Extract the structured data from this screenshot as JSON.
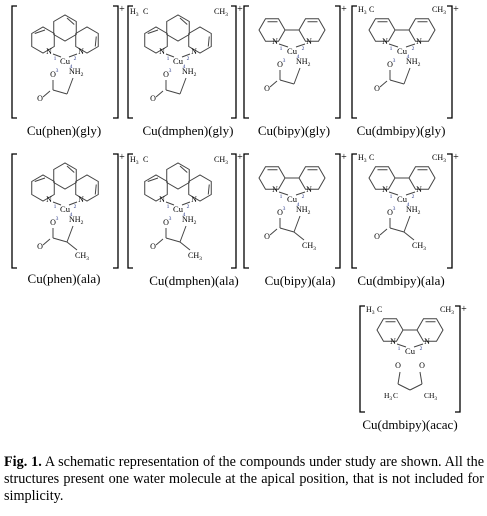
{
  "structures": [
    {
      "id": "phen-gly",
      "name": "Cu(phen)(gly)",
      "ligand": "phen",
      "amino": "gly",
      "charge": "+"
    },
    {
      "id": "dmphen-gly",
      "name": "Cu(dmphen)(gly)",
      "ligand": "dmphen",
      "amino": "gly",
      "charge": "+"
    },
    {
      "id": "bipy-gly",
      "name": "Cu(bipy)(gly)",
      "ligand": "bipy",
      "amino": "gly",
      "charge": "+"
    },
    {
      "id": "dmbipy-gly",
      "name": "Cu(dmbipy)(gly)",
      "ligand": "dmbipy",
      "amino": "gly",
      "charge": "+"
    },
    {
      "id": "phen-ala",
      "name": "Cu(phen)(ala)",
      "ligand": "phen",
      "amino": "ala",
      "charge": "+"
    },
    {
      "id": "dmphen-ala",
      "name": "Cu(dmphen)(ala)",
      "ligand": "dmphen",
      "amino": "ala",
      "charge": "+"
    },
    {
      "id": "bipy-ala",
      "name": "Cu(bipy)(ala)",
      "ligand": "bipy",
      "amino": "ala",
      "charge": "+"
    },
    {
      "id": "dmbipy-ala",
      "name": "Cu(dmbipy)(ala)",
      "ligand": "dmbipy",
      "amino": "ala",
      "charge": "+"
    },
    {
      "id": "dmbipy-acac",
      "name": "Cu(dmbipy)(acac)",
      "ligand": "dmbipy",
      "amino": "acac",
      "charge": "+"
    }
  ],
  "atoms": {
    "cu": "Cu",
    "n": "N",
    "o": "O",
    "nh2": "NH",
    "nh2_sub": "2",
    "ch3": "CH",
    "ch3_sub": "3",
    "h3c": "H",
    "h3c_sub": "3",
    "h3c_c": "C",
    "numbers": [
      "1",
      "2",
      "3",
      "4"
    ]
  },
  "caption": {
    "label": "Fig. 1.",
    "text": " A schematic representation of the compounds under study are shown. All the structures present one water molecule at the apical position, that is not included for simplicity."
  },
  "colors": {
    "ink": "#000000",
    "bond": "#444444",
    "number": "#2a3a8a",
    "background": "#ffffff"
  }
}
